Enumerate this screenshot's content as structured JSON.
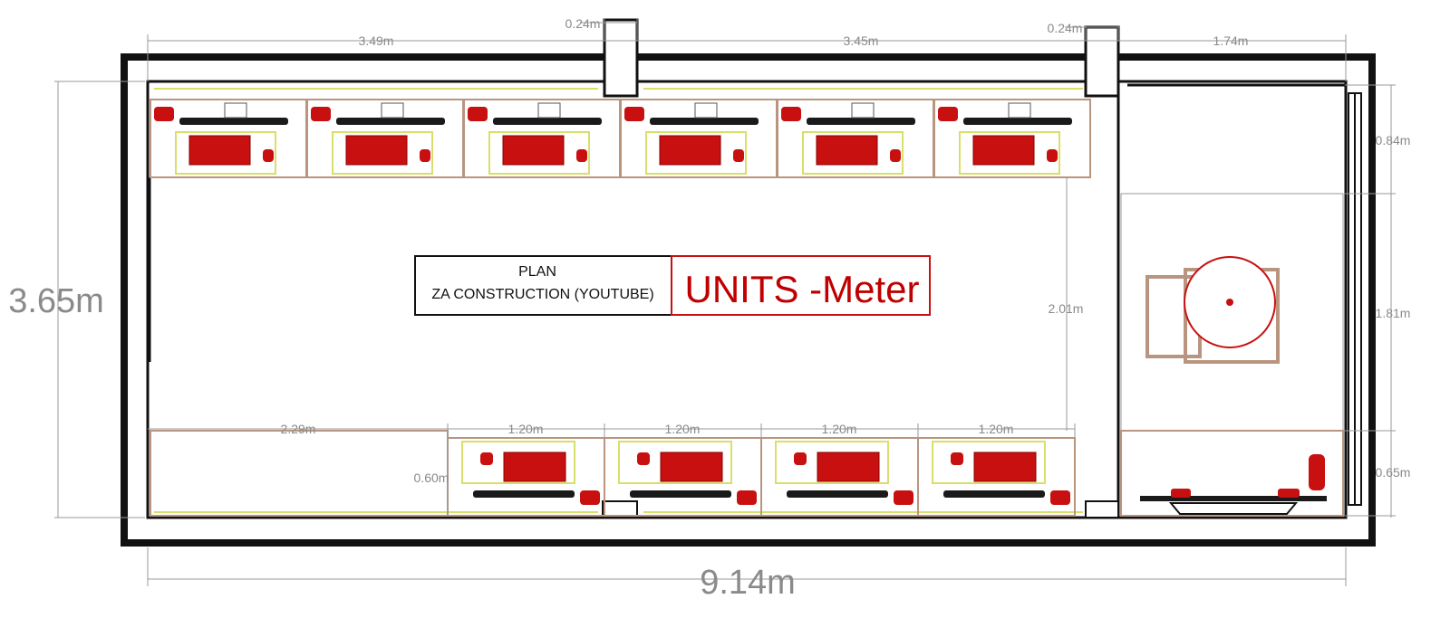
{
  "title_block": {
    "line1": "PLAN",
    "line2": "ZA CONSTRUCTION (YOUTUBE)",
    "units": "UNITS -Meter",
    "units_color": "#c00000"
  },
  "dimensions": {
    "top_left": "3.49m",
    "top_col1": "0.24m",
    "top_mid": "3.45m",
    "top_col2": "0.24m",
    "top_right": "1.74m",
    "left_height": "3.65m",
    "bottom_width": "9.14m",
    "right_top": "0.84m",
    "right_mid": "1.81m",
    "right_bottom": "0.65m",
    "room_depth": "2.01m",
    "bottom_left": "2.29m",
    "desk_depth": "0.60m",
    "desk_widths": [
      "1.20m",
      "1.20m",
      "1.20m",
      "1.20m"
    ]
  },
  "colors": {
    "wall": "#111111",
    "desk": "#b99580",
    "furniture_red": "#c81010",
    "mat": "#d8df6a",
    "dimension": "#8a8a8a"
  }
}
